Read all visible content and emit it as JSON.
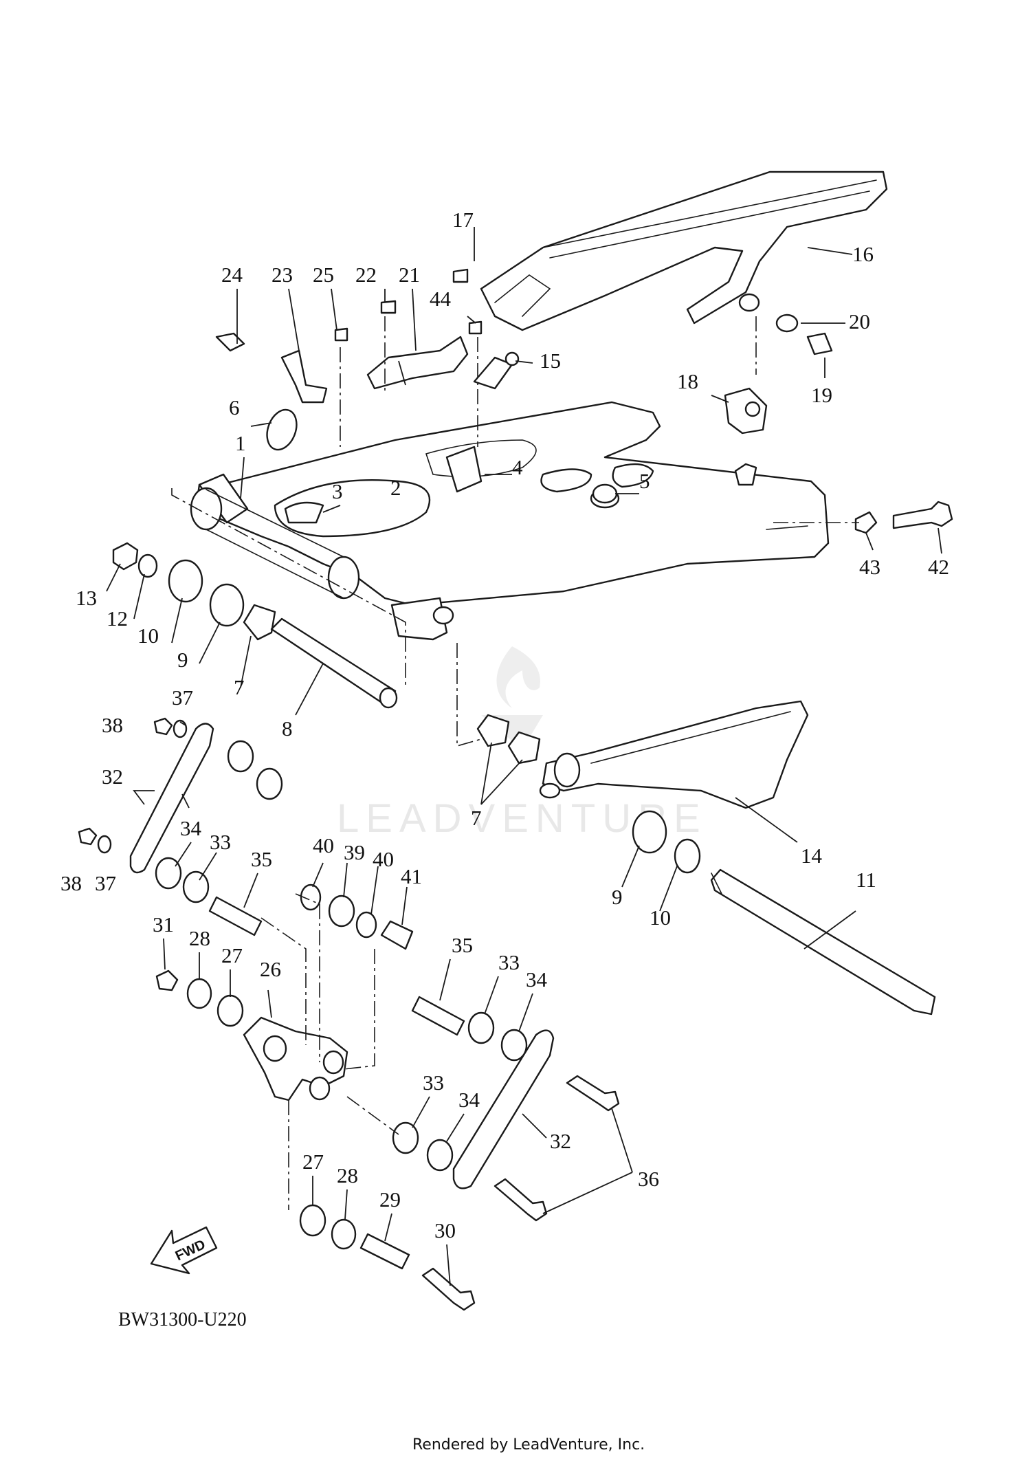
{
  "diagram_code": "BW31300-U220",
  "rendered_by": "Rendered by LeadVenture, Inc.",
  "watermark": "LEADVENTURE",
  "fwd_label": "FWD",
  "callouts": [
    "1",
    "2",
    "3",
    "4",
    "5",
    "6",
    "7",
    "7",
    "7",
    "8",
    "9",
    "9",
    "10",
    "10",
    "11",
    "12",
    "13",
    "14",
    "15",
    "16",
    "17",
    "18",
    "19",
    "20",
    "21",
    "22",
    "23",
    "24",
    "25",
    "26",
    "27",
    "27",
    "28",
    "28",
    "29",
    "30",
    "31",
    "32",
    "32",
    "33",
    "33",
    "33",
    "34",
    "34",
    "34",
    "35",
    "35",
    "36",
    "37",
    "37",
    "38",
    "38",
    "39",
    "40",
    "40",
    "41",
    "42",
    "43",
    "44"
  ],
  "colors": {
    "line": "#1a1a1a",
    "watermark": "#e6e6e6",
    "background": "#ffffff"
  }
}
